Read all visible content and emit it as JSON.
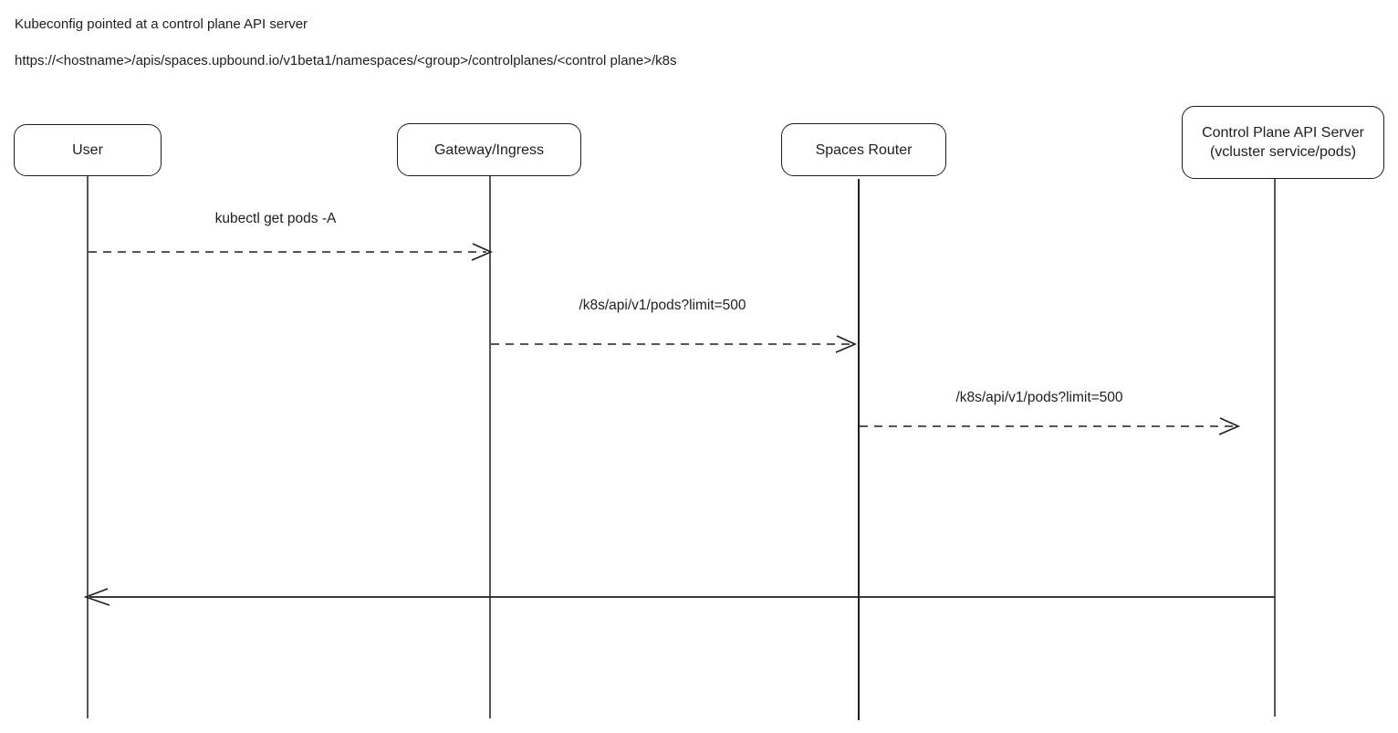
{
  "header": {
    "title": "Kubeconfig pointed at a control plane API server",
    "url": "https://<hostname>/apis/spaces.upbound.io/v1beta1/namespaces/<group>/controlplanes/<control plane>/k8s"
  },
  "diagram": {
    "type": "sequence",
    "actors": [
      {
        "id": "user",
        "label": "User"
      },
      {
        "id": "gateway-ingress",
        "label": "Gateway/Ingress"
      },
      {
        "id": "spaces-router",
        "label": "Spaces Router"
      },
      {
        "id": "control-plane-api-server",
        "label": "Control Plane API Server",
        "sublabel": "(vcluster service/pods)"
      }
    ],
    "messages": [
      {
        "from": "user",
        "to": "gateway-ingress",
        "label": "kubectl get pods -A",
        "line": "dashed",
        "direction": "right"
      },
      {
        "from": "gateway-ingress",
        "to": "spaces-router",
        "label": "/k8s/api/v1/pods?limit=500",
        "line": "dashed",
        "direction": "right"
      },
      {
        "from": "spaces-router",
        "to": "control-plane-api-server",
        "label": "/k8s/api/v1/pods?limit=500",
        "line": "dashed",
        "direction": "right"
      },
      {
        "from": "control-plane-api-server",
        "to": "user",
        "label": "",
        "line": "solid",
        "direction": "left"
      }
    ]
  },
  "colors": {
    "stroke": "#1e1e1e",
    "background": "#ffffff"
  }
}
